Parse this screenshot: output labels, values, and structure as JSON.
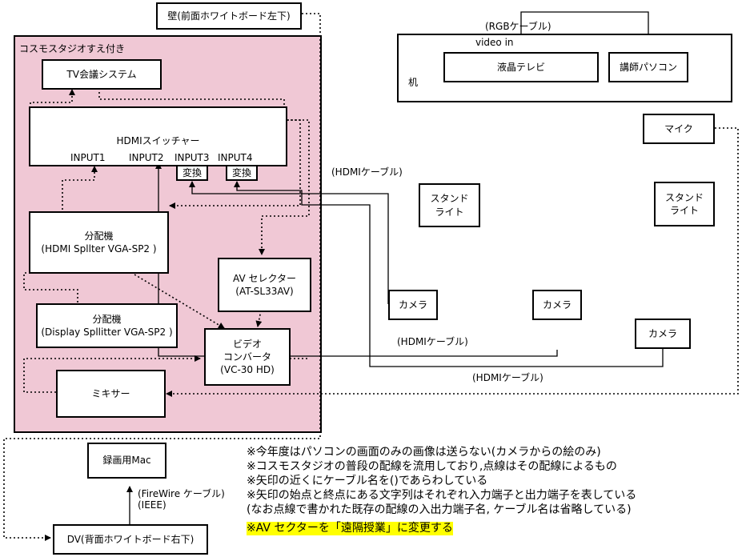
{
  "studio": {
    "label": "コスモスタジオすえ付き"
  },
  "wall": {
    "label": "壁(前面ホワイトボード左下)"
  },
  "tv_conf": {
    "label": "TV会議システム"
  },
  "switcher": {
    "label": "HDMIスイッチャー",
    "inputs": [
      "INPUT1",
      "INPUT2",
      "INPUT3",
      "INPUT4"
    ],
    "converter": "変換"
  },
  "splitter_hdmi": {
    "line1": "分配機",
    "line2": "(HDMI Spllter VGA-SP2 )"
  },
  "splitter_display": {
    "line1": "分配機",
    "line2": "(Display Spllitter VGA-SP2 )"
  },
  "av_selector": {
    "line1": "AV セレクター",
    "line2": "(AT-SL33AV)"
  },
  "video_converter": {
    "line1": "ビデオ",
    "line2": "コンバータ",
    "line3": "(VC-30 HD)"
  },
  "mixer": {
    "label": "ミキサー"
  },
  "desk": {
    "label": "机",
    "tv": "液晶テレビ",
    "pc": "講師パソコン",
    "rgb_cable": "(RGBケーブル)",
    "video_in": "video in"
  },
  "mic": {
    "label": "マイク"
  },
  "stand_light_1": {
    "line1": "スタンド",
    "line2": "ライト"
  },
  "stand_light_2": {
    "line1": "スタンド",
    "line2": "ライト"
  },
  "cameras": [
    "カメラ",
    "カメラ",
    "カメラ"
  ],
  "hdmi_cable_labels": [
    "(HDMIケーブル)",
    "(HDMIケーブル)",
    "(HDMIケーブル)"
  ],
  "recording_mac": {
    "label": "録画用Mac"
  },
  "firewire": {
    "line1": "(FireWire ケーブル)",
    "line2": "(IEEE)"
  },
  "dv": {
    "label": "DV(背面ホワイトボード右下)"
  },
  "notes": [
    "※今年度はパソコンの画面のみの画像は送らない(カメラからの絵のみ)",
    "※コスモスタジオの普段の配線を流用しており,点線はその配線によるもの",
    "※矢印の近くにケーブル名を()であらわしている",
    "※矢印の始点と終点にある文字列はそれぞれ入力端子と出力端子を表している",
    "(なお点線で書かれた既存の配線の入出力端子名, ケーブル名は省略している)"
  ],
  "highlight_note": "※AV セクターを「遠隔授業」に変更する",
  "colors": {
    "studio_bg": "#f0c8d5",
    "highlight": "#ffff00"
  }
}
